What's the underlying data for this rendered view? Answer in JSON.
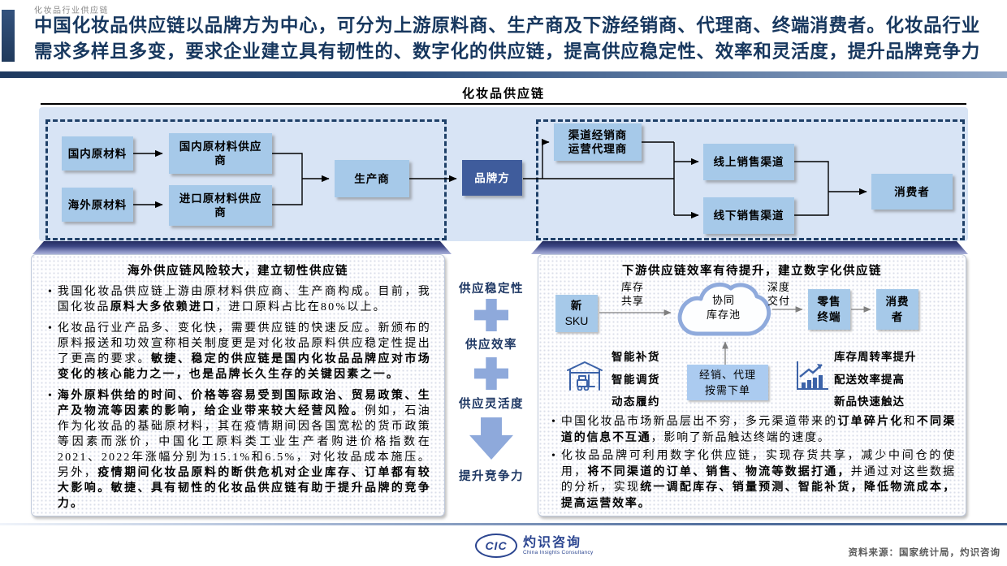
{
  "page": {
    "eyebrow": "化妆品行业供应链",
    "title_line1": "中国化妆品供应链以品牌方为中心，可分为上游原料商、生产商及下游经销商、代理商、终端消费者。化妆品行业",
    "title_line2": "需求多样且多变，要求企业建立具有韧性的、数字化的供应链，提高供应稳定性、效率和灵活度，提升品牌竞争力"
  },
  "diagram": {
    "title": "化妆品供应链",
    "flow": {
      "domestic_raw": "国内原材料",
      "overseas_raw": "海外原材料",
      "domestic_supplier_l1": "国内原材料供应",
      "domestic_supplier_l2": "商",
      "import_supplier_l1": "进口原材料供应",
      "import_supplier_l2": "商",
      "manufacturer": "生产商",
      "brand": "品牌方",
      "distributor_l1": "渠道经销商",
      "distributor_l2": "运营代理商",
      "online_channel": "线上销售渠道",
      "offline_channel": "线下销售渠道",
      "consumer": "消费者"
    }
  },
  "left_panel": {
    "title": "海外供应链风险较大，建立韧性供应链",
    "bullets": [
      [
        {
          "t": "我国化妆品供应链上游由原材料供应商、生产商构成。目前，我国化妆品",
          "b": false
        },
        {
          "t": "原料大多依赖进口",
          "b": true
        },
        {
          "t": "，进口原料占比在80%以上。",
          "b": false
        }
      ],
      [
        {
          "t": "化妆品行业产品多、变化快，需要供应链的快速反应。新颁布的原料报送和功效宣称相关制度更是对化妆品原料供应稳定性提出了更高的要求。",
          "b": false
        },
        {
          "t": "敏捷、稳定的供应链是国内化妆品品牌应对市场变化的核心能力之一，也是品牌长久生存的关键因素之一。",
          "b": true
        }
      ],
      [
        {
          "t": "海外原料供给的时间、价格等容易受到国际政治、贸易政策、生产及物流等因素的影响，给企业带来较大经营风险。",
          "b": true
        },
        {
          "t": "例如，石油作为化妆品的基础原材料，其在疫情期间因各国宽松的货币政策等因素而涨价，中国化工原料类工业生产者购进价格指数在2021、2022年涨幅分别为15.1%和6.5%，对化妆品成本施压。另外，",
          "b": false
        },
        {
          "t": "疫情期间化妆品原料的断供危机对企业库存、订单都有较大影响。敏捷、具有韧性的化妆品供应链有助于提升品牌的竞争力。",
          "b": true
        }
      ]
    ]
  },
  "mid": {
    "steps": [
      "供应稳定性",
      "供应效率",
      "供应灵活度"
    ],
    "result": "提升竞争力"
  },
  "right_panel": {
    "title": "下游供应链效率有待提升，建立数字化供应链",
    "digital_flow": {
      "new_sku_l1": "新",
      "new_sku_l2": "SKU",
      "inventory_share_l1": "库存",
      "inventory_share_l2": "共享",
      "cloud_l1": "协同",
      "cloud_l2": "库存池",
      "deep_delivery_l1": "深度",
      "deep_delivery_l2": "交付",
      "retail_l1": "零售",
      "retail_l2": "终端",
      "consumer_l1": "消费",
      "consumer_l2": "者",
      "order_box_l1": "经销、代理",
      "order_box_l2": "按需下单",
      "smart_capabilities": [
        "智能补货",
        "智能调货",
        "动态履约"
      ],
      "benefits": [
        "库存周转率提升",
        "配送效率提高",
        "新品快速触达"
      ]
    },
    "bullets": [
      [
        {
          "t": "中国化妆品市场新品层出不穷，多元渠道带来的",
          "b": false
        },
        {
          "t": "订单碎片化",
          "b": true
        },
        {
          "t": "和",
          "b": false
        },
        {
          "t": "不同渠道的信息不互通",
          "b": true
        },
        {
          "t": "，影响了新品触达终端的速度。",
          "b": false
        }
      ],
      [
        {
          "t": "化妆品品牌可利用数字化供应链，实现存货共享，减少中间仓的使用，",
          "b": false
        },
        {
          "t": "将不同渠道的订单、销售、物流等数据打通，",
          "b": true
        },
        {
          "t": "并通过对这些数据的分析，实现",
          "b": false
        },
        {
          "t": "统一调配库存、销量预测、智能补货，降低物流成本，提高运营效率。",
          "b": true
        }
      ]
    ]
  },
  "footer": {
    "logo_text": "CIC",
    "logo_name": "灼识咨询",
    "logo_sub": "China Insights Consultancy",
    "source": "资料来源：国家统计局，灼识咨询"
  },
  "icons": {
    "warehouse": "warehouse-forklift-icon",
    "growth_chart": "growth-chart-icon",
    "cloud": "cloud-icon",
    "plus": "plus-icon",
    "down_arrow": "down-arrow-icon"
  },
  "colors": {
    "accent_navy": "#1F3864",
    "title_navy": "#17375E",
    "brand_box_navy": "#3F5C9C",
    "light_box_blue": "#A6C9E9",
    "flow_bg_blue": "#D8E4F5",
    "plus_blue": "#8EA9DB",
    "icon_blue": "#3B62A8",
    "logo_navy": "#2B4590",
    "source_gray": "#595959"
  }
}
